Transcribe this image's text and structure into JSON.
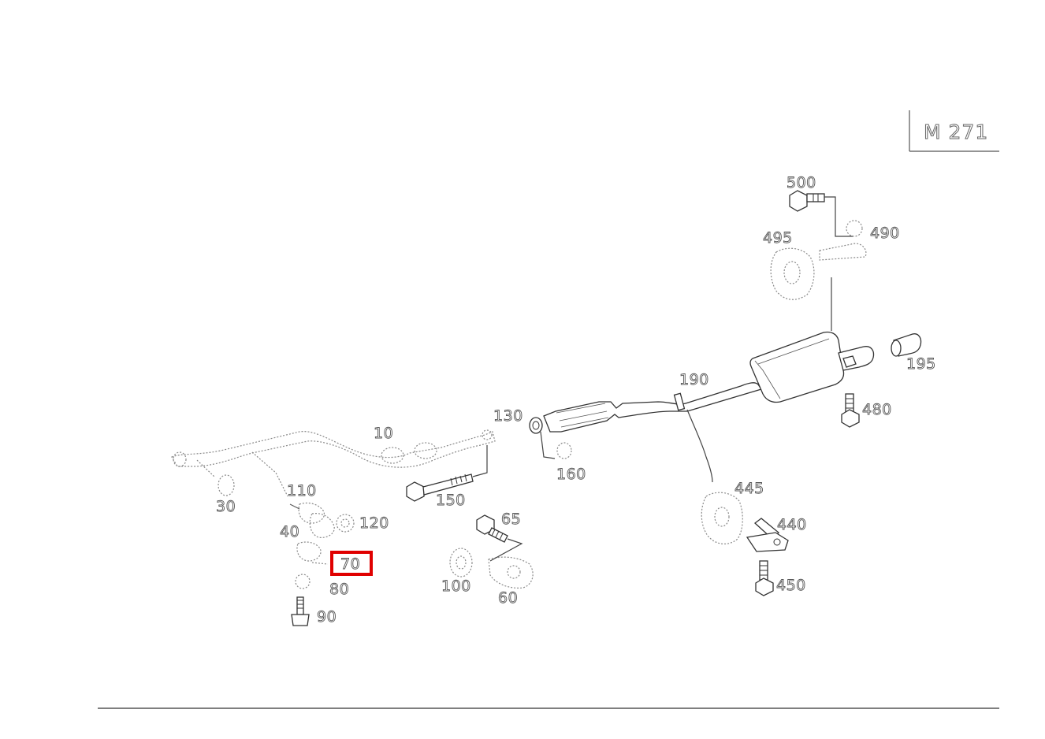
{
  "model_code": "M 271",
  "highlighted_part": "70",
  "highlight_color": "#e00000",
  "part_numbers": {
    "p10": "10",
    "p30": "30",
    "p40": "40",
    "p60": "60",
    "p65": "65",
    "p70": "70",
    "p80": "80",
    "p90": "90",
    "p100": "100",
    "p110": "110",
    "p120": "120",
    "p130": "130",
    "p150": "150",
    "p160": "160",
    "p190": "190",
    "p195": "195",
    "p440": "440",
    "p445": "445",
    "p450": "450",
    "p480": "480",
    "p490": "490",
    "p495": "495",
    "p500": "500"
  }
}
